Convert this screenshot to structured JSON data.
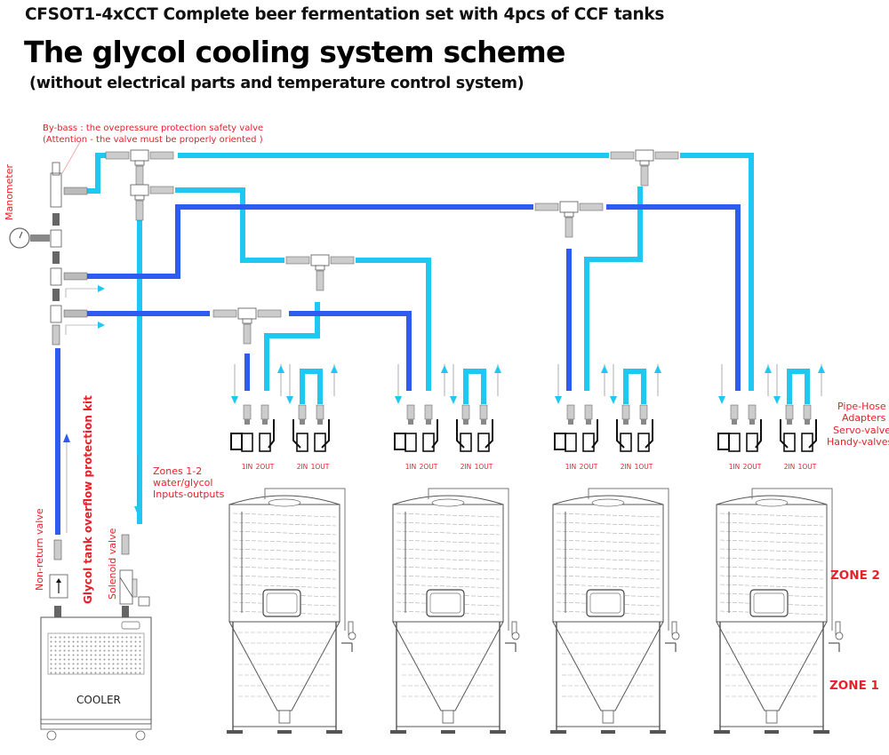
{
  "header": {
    "product_line": "CFSOT1-4xCCT Complete beer fermentation set with 4pcs of CCF tanks",
    "title": "The glycol cooling system scheme",
    "subtitle": "(without electrical parts and temperature control system)"
  },
  "colors": {
    "supply_pipe": "#1ec8f0",
    "return_pipe": "#2e5cf0",
    "label_red": "#e8202a",
    "line_gray": "#555555"
  },
  "annotations": {
    "bypass_line1": "By-bass : the ovepressure protection safety valve",
    "bypass_line2": "(Attention - the valve must be properly oriented )",
    "manometer": "Manometer",
    "non_return_valve": "Non-return valve",
    "overflow_kit": "Glycol tank overflow protection kit",
    "solenoid_valve": "Solenoid valve",
    "zones_line1": "Zones 1-2",
    "zones_line2": "water/glycol",
    "zones_line3": "Inputs-outputs",
    "pipe_hose": "Pipe-Hose",
    "adapters": "Adapters",
    "servo_valves": "Servo-valves",
    "handy_valves": "Handy-valves",
    "zone2": "ZONE 2",
    "zone1": "ZONE 1"
  },
  "cooler": {
    "label": "COOLER"
  },
  "tanks": [
    {
      "id": "tank-1",
      "ports": [
        "1IN",
        "2OUT",
        "2IN",
        "1OUT"
      ]
    },
    {
      "id": "tank-2",
      "ports": [
        "1IN",
        "2OUT",
        "2IN",
        "1OUT"
      ]
    },
    {
      "id": "tank-3",
      "ports": [
        "1IN",
        "2OUT",
        "2IN",
        "1OUT"
      ]
    },
    {
      "id": "tank-4",
      "ports": [
        "1IN",
        "2OUT",
        "2IN",
        "1OUT"
      ]
    }
  ]
}
